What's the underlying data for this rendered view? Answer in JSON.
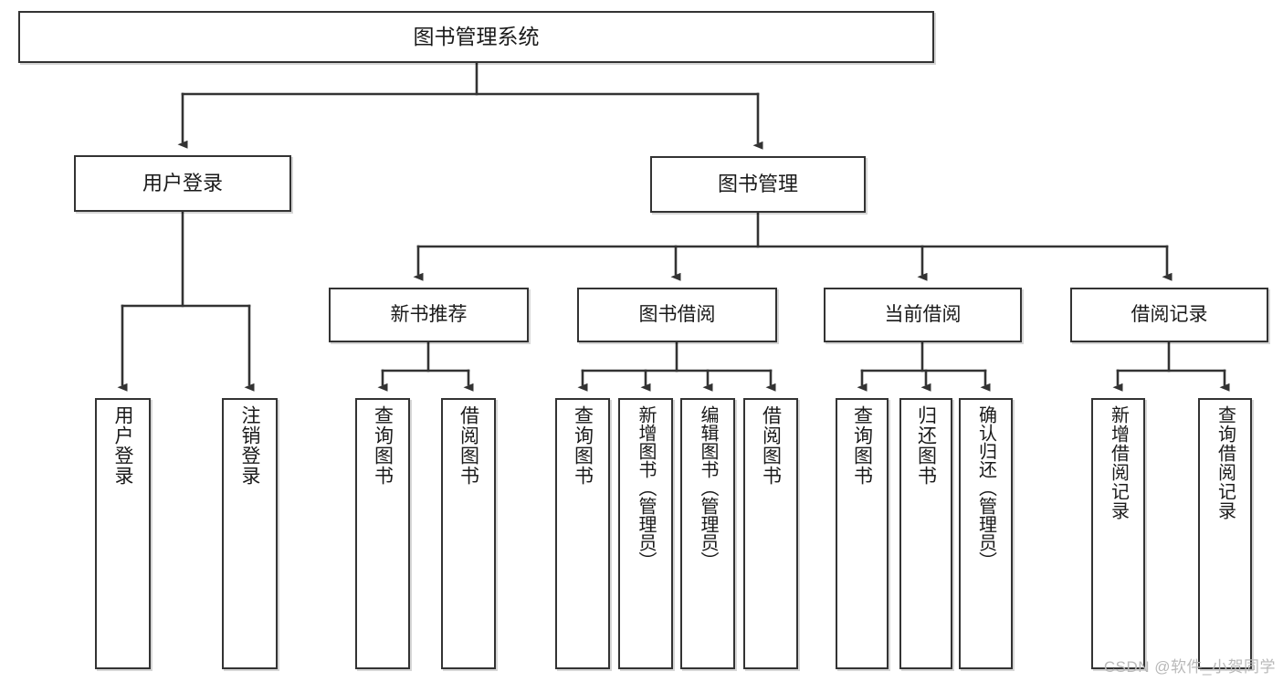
{
  "diagram": {
    "title": "图书管理系统",
    "type": "tree-hierarchy",
    "root": {
      "id": "root",
      "label": "图书管理系统"
    },
    "level2": [
      {
        "id": "user-login",
        "label": "用户登录"
      },
      {
        "id": "book-management",
        "label": "图书管理"
      }
    ],
    "level3": [
      {
        "id": "new-book-recommend",
        "label": "新书推荐"
      },
      {
        "id": "book-borrow",
        "label": "图书借阅"
      },
      {
        "id": "current-borrow",
        "label": "当前借阅"
      },
      {
        "id": "borrow-record",
        "label": "借阅记录"
      }
    ],
    "leaves": [
      {
        "id": "leaf-user-login",
        "label": "用户登录",
        "parent": "user-login"
      },
      {
        "id": "leaf-logout",
        "label": "注销登录",
        "parent": "user-login"
      },
      {
        "id": "leaf-query-book-1",
        "label": "查询图书",
        "parent": "new-book-recommend"
      },
      {
        "id": "leaf-borrow-book-1",
        "label": "借阅图书",
        "parent": "new-book-recommend"
      },
      {
        "id": "leaf-query-book-2",
        "label": "查询图书",
        "parent": "book-borrow"
      },
      {
        "id": "leaf-add-book",
        "label": "新增图书（管理员）",
        "parent": "book-borrow"
      },
      {
        "id": "leaf-edit-book",
        "label": "编辑图书（管理员）",
        "parent": "book-borrow"
      },
      {
        "id": "leaf-borrow-book-2",
        "label": "借阅图书",
        "parent": "book-borrow"
      },
      {
        "id": "leaf-query-book-3",
        "label": "查询图书",
        "parent": "current-borrow"
      },
      {
        "id": "leaf-return-book",
        "label": "归还图书",
        "parent": "current-borrow"
      },
      {
        "id": "leaf-confirm-return",
        "label": "确认归还（管理员）",
        "parent": "current-borrow"
      },
      {
        "id": "leaf-add-record",
        "label": "新增借阅记录",
        "parent": "borrow-record"
      },
      {
        "id": "leaf-query-record",
        "label": "查询借阅记录",
        "parent": "borrow-record"
      }
    ]
  },
  "watermark": {
    "text": "CSDN @软件_小贺同学"
  },
  "style": {
    "border_color": "#333333",
    "line_color": "#333333",
    "background": "#ffffff",
    "text_color": "#1a1a1a",
    "watermark_color": "#b9b9b9"
  }
}
